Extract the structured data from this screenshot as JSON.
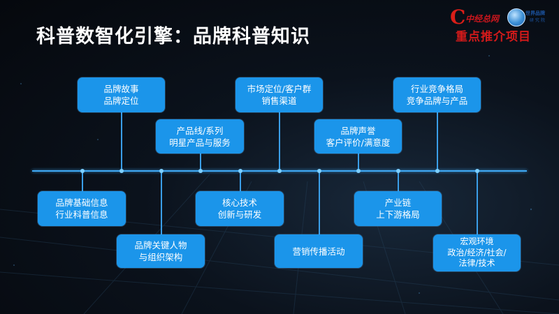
{
  "title": "科普数智化引擎：品牌科普知识",
  "logo": {
    "mark": "C",
    "name": "中经总网",
    "partner_line1": "世界品牌",
    "partner_line2": "研 究 院",
    "tagline": "重点推介项目"
  },
  "colors": {
    "box_fill": "#1b95ea",
    "timeline": "#3fa9f5",
    "logo_red": "#d41a1a"
  },
  "nodes_above": [
    {
      "id": "brand-story",
      "lines": [
        "品牌故事",
        "品牌定位"
      ]
    },
    {
      "id": "product-line",
      "lines": [
        "产品线/系列",
        "明星产品与服务"
      ]
    },
    {
      "id": "market-position",
      "lines": [
        "市场定位/客户群",
        "销售渠道"
      ]
    },
    {
      "id": "brand-reputation",
      "lines": [
        "品牌声誉",
        "客户评价/满意度"
      ]
    },
    {
      "id": "competition",
      "lines": [
        "行业竞争格局",
        "竞争品牌与产品"
      ]
    }
  ],
  "nodes_below": [
    {
      "id": "brand-basics",
      "lines": [
        "品牌基础信息",
        "行业科普信息"
      ]
    },
    {
      "id": "key-people",
      "lines": [
        "品牌关键人物",
        "与组织架构"
      ]
    },
    {
      "id": "core-tech",
      "lines": [
        "核心技术",
        "创新与研发"
      ]
    },
    {
      "id": "marketing",
      "lines": [
        "营销传播活动"
      ]
    },
    {
      "id": "industry-chain",
      "lines": [
        "产业链",
        "上下游格局"
      ]
    },
    {
      "id": "macro-env",
      "lines": [
        "宏观环境",
        "政治/经济/社会/",
        "法律/技术"
      ]
    }
  ]
}
